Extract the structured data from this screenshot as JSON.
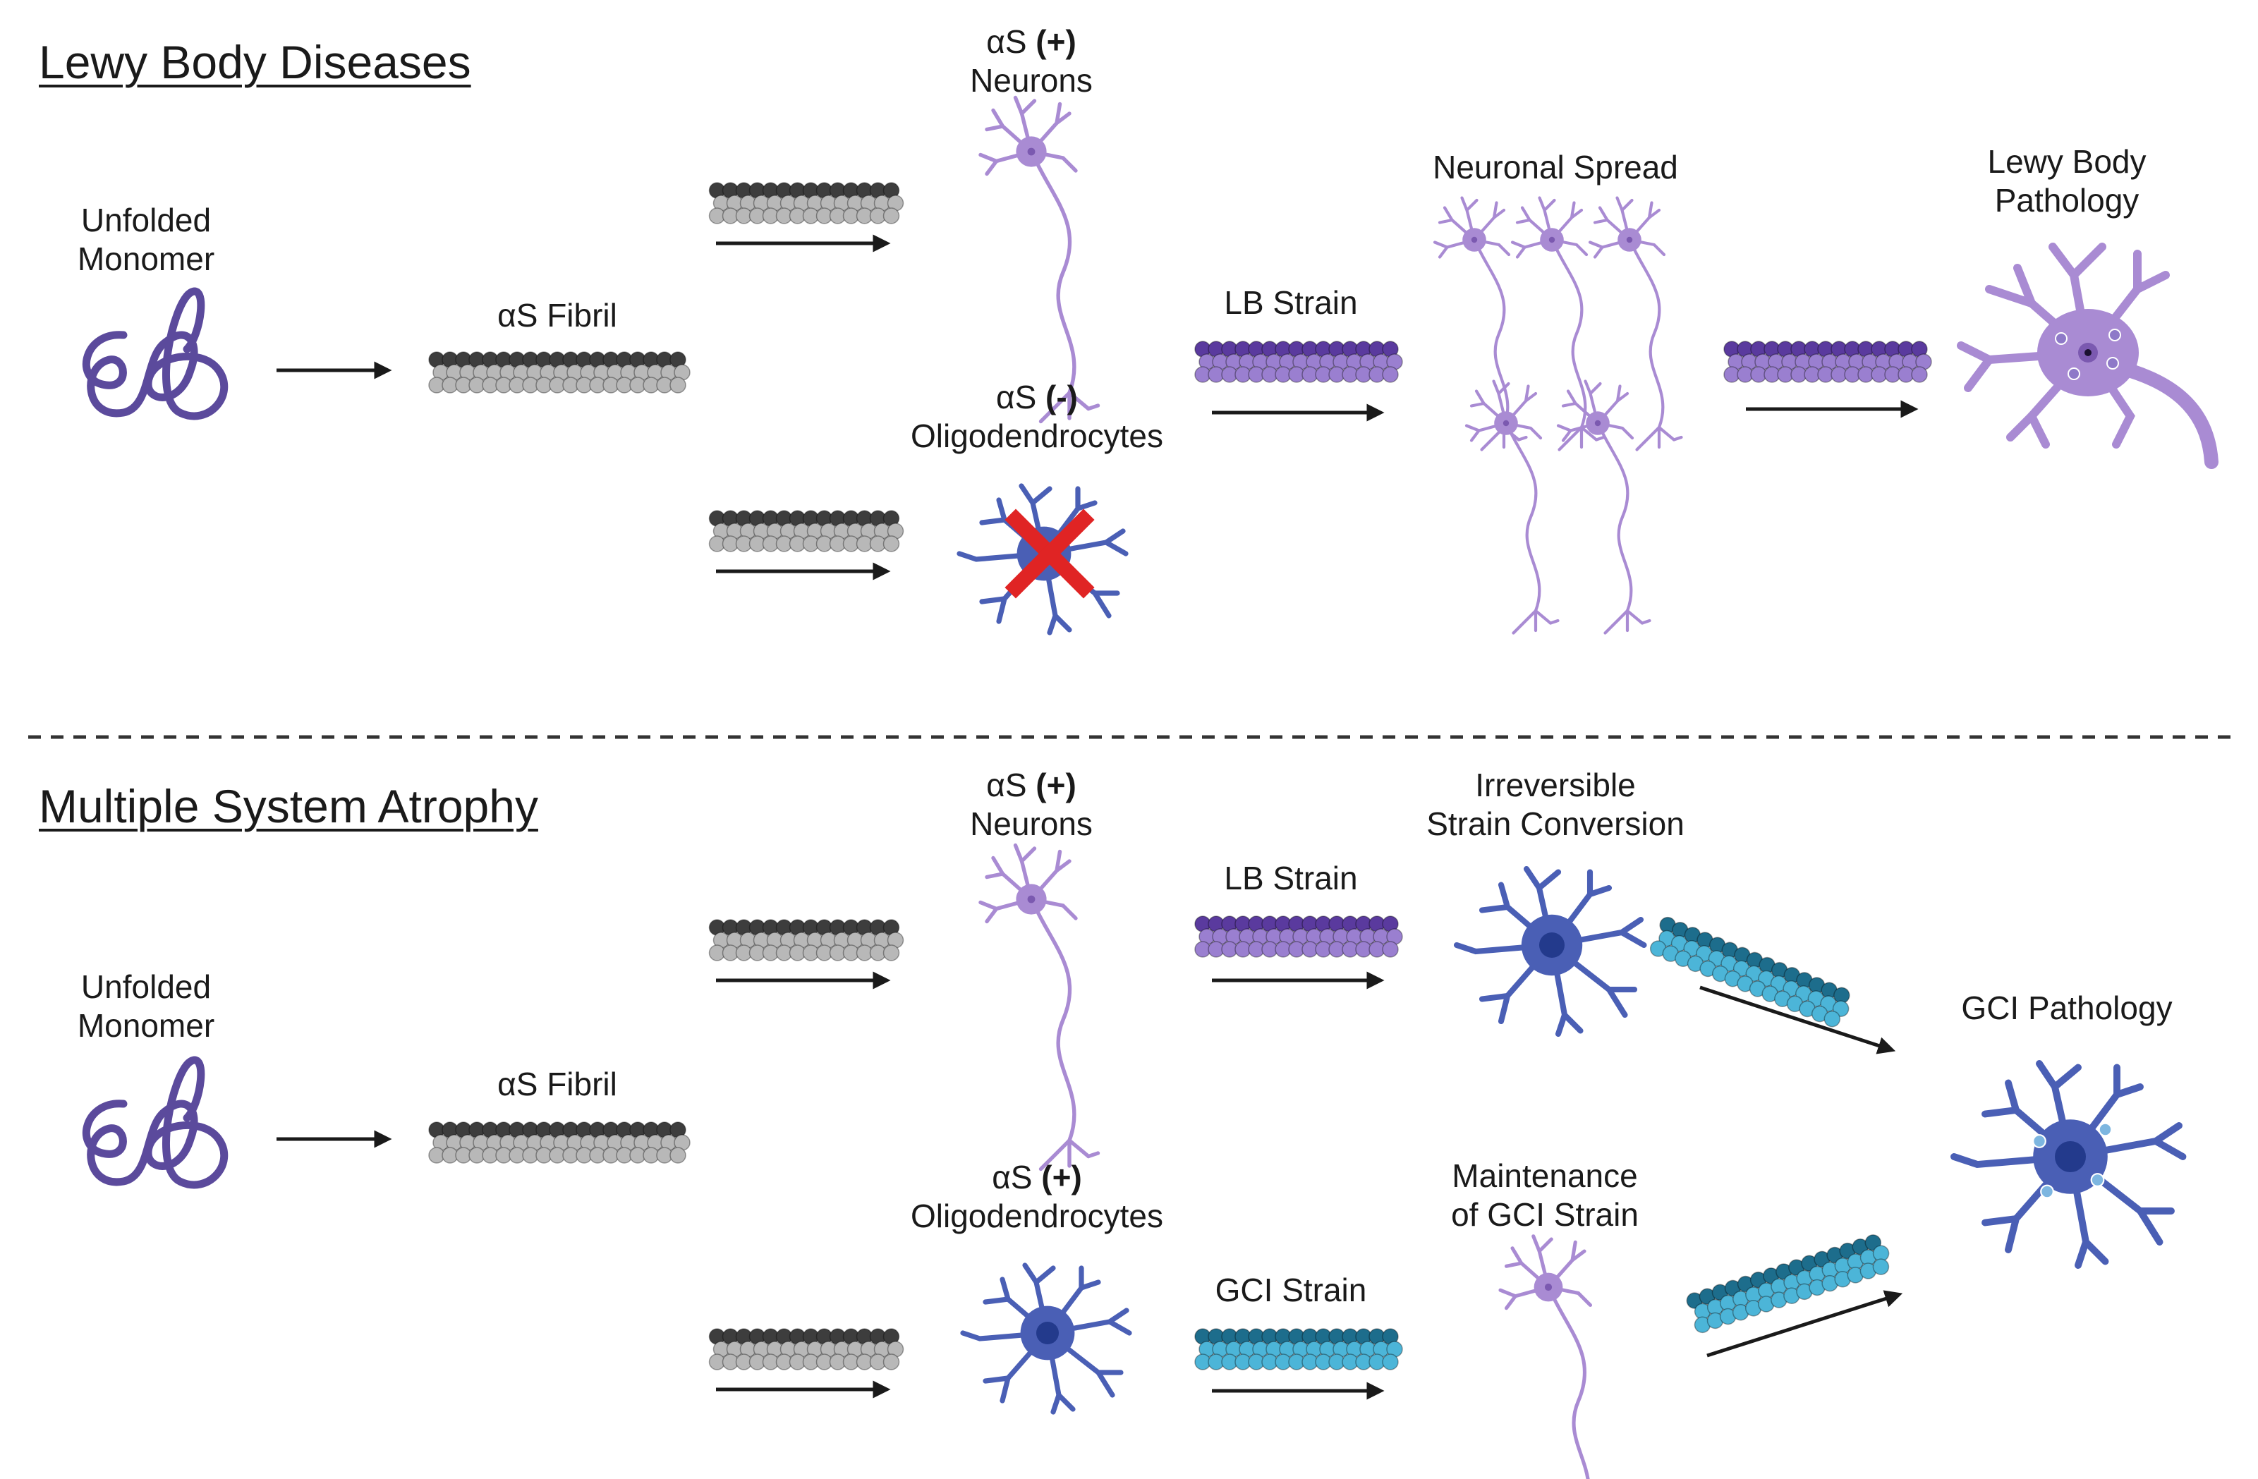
{
  "sections": [
    {
      "title": "Lewy Body Diseases",
      "monomer_label": [
        "Unfolded",
        "Monomer"
      ],
      "fibril_label": "αS Fibril",
      "neurons_label": {
        "prefix": "αS ",
        "sign": "(+)",
        "line2": "Neurons"
      },
      "oligo_label": {
        "prefix": "αS ",
        "sign": "(-)",
        "line2": "Oligodendrocytes"
      },
      "lb_strain_label": "LB Strain",
      "spread_label": "Neuronal Spread",
      "pathology_label": [
        "Lewy Body",
        "Pathology"
      ]
    },
    {
      "title": "Multiple System Atrophy",
      "monomer_label": [
        "Unfolded",
        "Monomer"
      ],
      "fibril_label": "αS Fibril",
      "neurons_label": {
        "prefix": "αS ",
        "sign": "(+)",
        "line2": "Neurons"
      },
      "oligo_label": {
        "prefix": "αS ",
        "sign": "(+)",
        "line2": "Oligodendrocytes"
      },
      "lb_strain_label": "LB Strain",
      "gci_strain_label": "GCI Strain",
      "conversion_label": [
        "Irreversible",
        "Strain Conversion"
      ],
      "maintenance_label": [
        "Maintenance",
        "of GCI Strain"
      ],
      "pathology_label": "GCI Pathology"
    }
  ],
  "colors": {
    "monomer": "#5b4a9c",
    "fibril_dark": "#3d3d3d",
    "fibril_light": "#b8b8b8",
    "lb_strain_dark": "#5a3a9e",
    "lb_strain_light": "#9a7fd0",
    "gci_strain_dark": "#1d6d8c",
    "gci_strain_light": "#4cb5d8",
    "neuron": "#a98bd3",
    "neuron_dark": "#7b59b0",
    "oligo": "#4a5fb5",
    "oligo_nucleus": "#233a8c",
    "blocked_x": "#e02424",
    "arrow": "#1a1a1a"
  }
}
